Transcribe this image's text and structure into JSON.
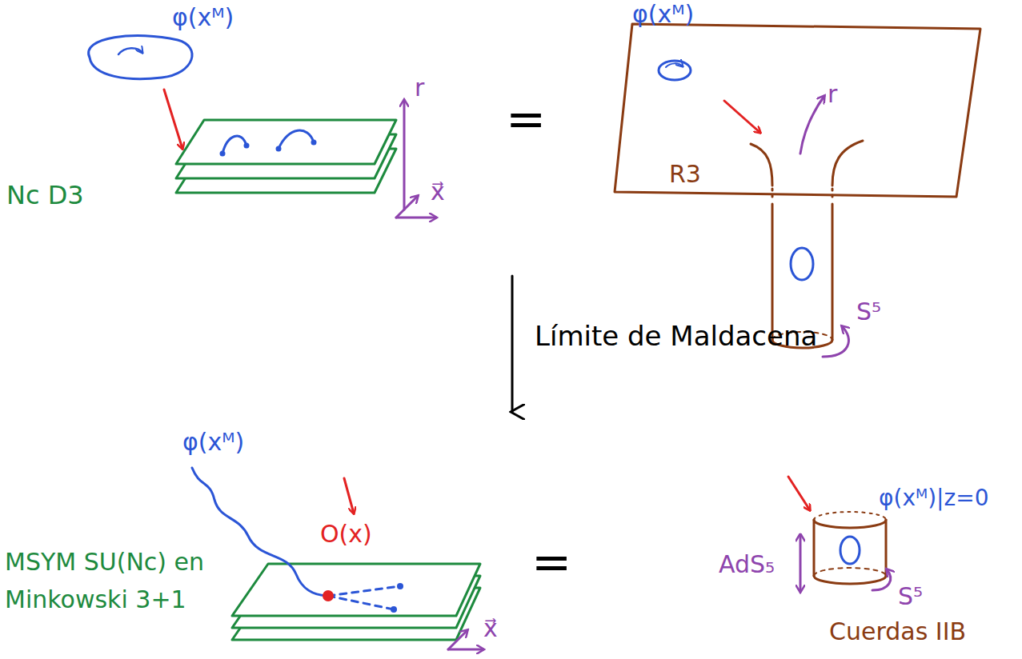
{
  "diagram": {
    "labels": [
      "φ(xᴹ)",
      "Nc D3",
      "r",
      "x⃗",
      "=",
      "φ(xᴹ)",
      "R3",
      "r",
      "S⁵",
      "Límite de Maldacena",
      "φ(xᴹ)",
      "O(x)",
      "MSYM SU(Nc) en Minkowski 3+1",
      "x⃗",
      "=",
      "AdS₅",
      "φ(xᴹ)|z=0",
      "S⁵",
      "Cuerdas IIB"
    ]
  }
}
